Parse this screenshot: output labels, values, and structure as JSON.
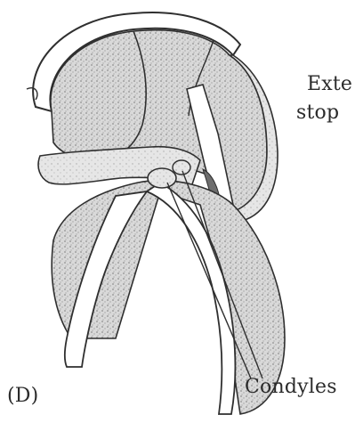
{
  "figure": {
    "panel_label": "(D)",
    "labels": {
      "extensor_line1": "Exte",
      "extensor_line2": "stop",
      "condyles": "Condyles"
    },
    "colors": {
      "stroke": "#2f2f2f",
      "stipple": "#bdbdbd",
      "background": "#ffffff"
    }
  }
}
